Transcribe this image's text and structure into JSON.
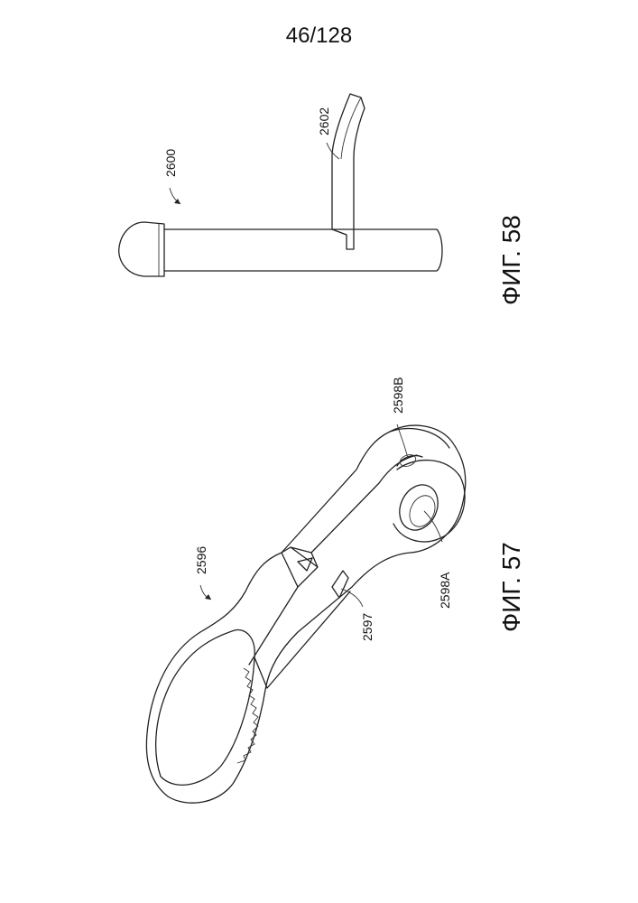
{
  "page": {
    "number": "46/128"
  },
  "figures": [
    {
      "label": "ФИГ. 57",
      "refs": {
        "overall": "2596",
        "part_a": "2597",
        "part_b": "2598A",
        "part_c": "2598B"
      }
    },
    {
      "label": "ФИГ. 58",
      "refs": {
        "overall": "2600",
        "part_a": "2602"
      }
    }
  ]
}
